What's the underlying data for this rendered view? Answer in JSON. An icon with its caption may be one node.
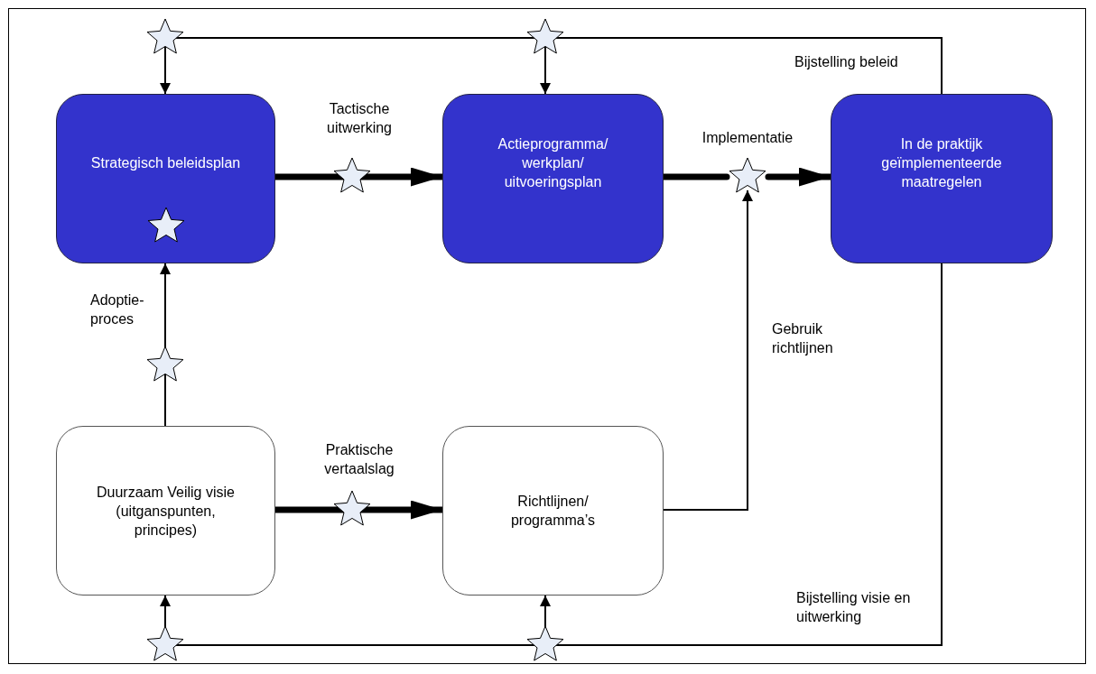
{
  "diagram": {
    "nodes": [
      {
        "text": [
          "Strategisch beleidsplan"
        ]
      },
      {
        "text": [
          "Actieprogramma/ werkplan/ uitvoeringsplan"
        ]
      },
      {
        "text": [
          "In de praktijk geïmplementeerde maatregelen"
        ]
      },
      {
        "text": [
          "Duurzaam Veilig visie (uitganspunten, principes)"
        ]
      },
      {
        "text": [
          "Richtlijnen/ programma’s"
        ]
      },
      {
        "text": [],
        "shape": "star"
      }
    ],
    "edges": [
      {
        "from": 0,
        "to": 1,
        "arrow": "to",
        "label": "Tactische uitwerking",
        "style": "thick"
      },
      {
        "from": 1,
        "to": 5,
        "arrow": "none",
        "label": "Implementatie",
        "style": "thick"
      },
      {
        "from": 3,
        "to": 0,
        "arrow": "to",
        "label": "Adoptie-proces"
      },
      {
        "from": 3,
        "to": 4,
        "arrow": "to",
        "label": "Praktische vertaalslag",
        "style": "thick"
      },
      {
        "from": 4,
        "to": 5,
        "arrow": "to",
        "label": "Gebruik richtlijnen"
      },
      {
        "from": 2,
        "to": 0,
        "arrow": "to",
        "label": "Bijstelling beleid"
      },
      {
        "from": 2,
        "to": 1,
        "arrow": "to"
      },
      {
        "from": 2,
        "to": 3,
        "arrow": "to",
        "label": "Bijstelling visie en uitwerking"
      },
      {
        "from": 2,
        "to": 4,
        "arrow": "to"
      },
      {
        "from": 5,
        "to": 2,
        "arrow": "to",
        "style": "thick"
      }
    ]
  }
}
